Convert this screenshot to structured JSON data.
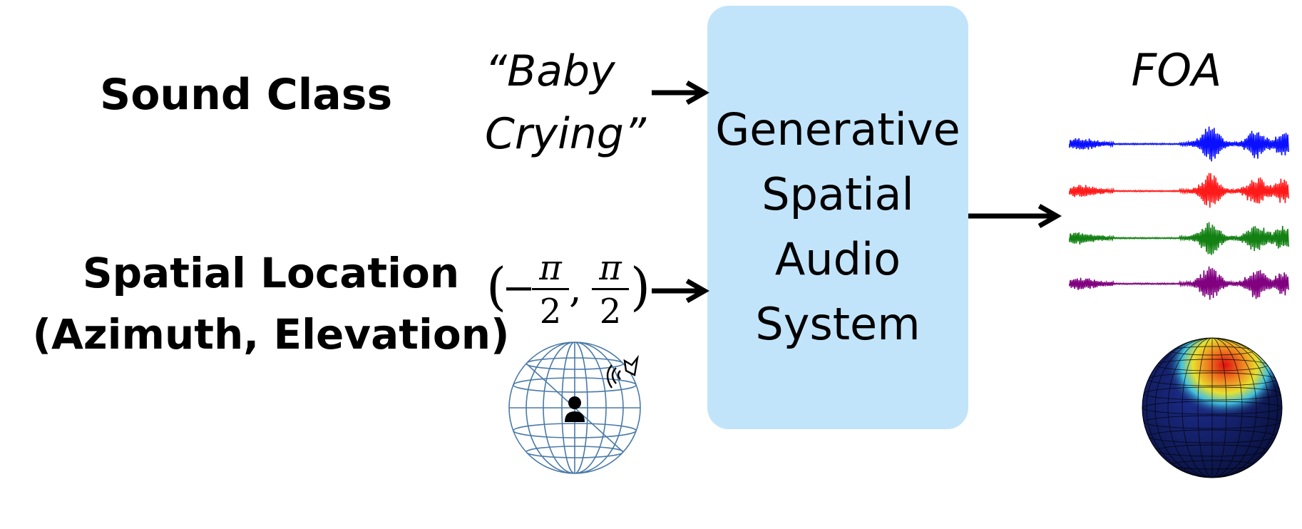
{
  "inputs": {
    "sound_class_label": "Sound Class",
    "sound_class_value_line1": "“Baby",
    "sound_class_value_line2": "Crying”",
    "spatial_location_line1": "Spatial Location",
    "spatial_location_line2": "(Azimuth, Elevation)",
    "location_value": {
      "open_paren": "(",
      "minus": "−",
      "num1": "π",
      "den1": "2",
      "comma": ",",
      "num2": "π",
      "den2": "2",
      "close_paren": ")"
    }
  },
  "system": {
    "line1": "Generative",
    "line2": "Spatial",
    "line3": "Audio",
    "line4": "System"
  },
  "output": {
    "label": "FOA",
    "channel_colors": [
      "#0a10ff",
      "#ff1a1a",
      "#128012",
      "#800080"
    ]
  },
  "colors": {
    "box_fill": "#c2e4fb",
    "globe_line": "#4a7aa8",
    "sphere_base": "#14206e",
    "sphere_hot": "#d81e1e"
  },
  "icons": {
    "listener": "person-icon",
    "source": "speaker-icon"
  }
}
